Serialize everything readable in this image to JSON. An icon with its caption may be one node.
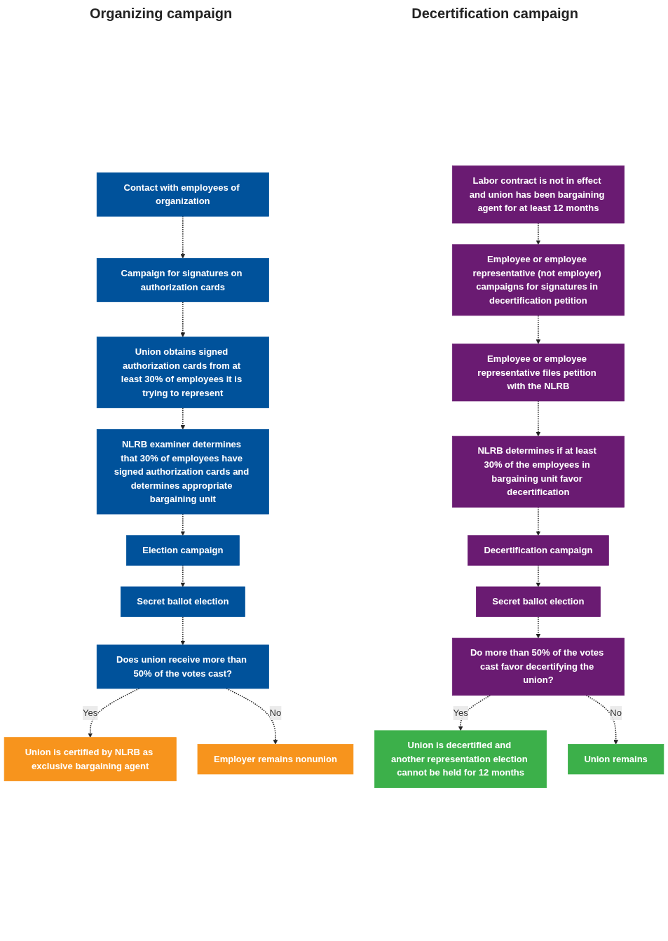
{
  "diagram": {
    "nodes": [
      {
        "text": [
          "Contact with employees of organization"
        ]
      },
      {
        "text": [
          "Campaign for signatures on authorization cards"
        ]
      },
      {
        "text": [
          "Union obtains signed authorization cards from at least 30% of employees it is trying to represent"
        ]
      },
      {
        "text": [
          "NLRB examiner determines that 30% of employees have signed authorization cards and determines appropriate bargaining unit"
        ]
      },
      {
        "text": [
          "Election campaign"
        ]
      },
      {
        "text": [
          "Secret ballot election"
        ]
      },
      {
        "text": [
          "Does union receive more than 50% of the votes cast?"
        ]
      },
      {
        "text": [
          "Union is certified by NLRB as exclusive bargaining agent"
        ]
      },
      {
        "text": [
          "Employer remains nonunion"
        ]
      },
      {
        "text": [
          "Labor contract is not in effect and union has been bargaining agent for at least 12 months"
        ]
      },
      {
        "text": [
          "Employee or employee representative (not employer) campaigns for signatures in decertification petition"
        ]
      },
      {
        "text": [
          "Employee or employee representative files petition with the NLRB"
        ]
      },
      {
        "text": [
          "NLRB determines if at least 30% of the employees in bargaining unit favor decertification"
        ]
      },
      {
        "text": [
          "Decertification campaign"
        ]
      },
      {
        "text": [
          "Secret ballot election"
        ]
      },
      {
        "text": [
          "Do more than 50% of the votes cast favor decertifying the union?"
        ]
      },
      {
        "text": [
          "Union is decertified and another representation election cannot be held for 12 months"
        ]
      },
      {
        "text": [
          "Union remains"
        ]
      }
    ],
    "edges": [
      {
        "from": 0,
        "to": 1,
        "arrow": "to",
        "style": "dashed"
      },
      {
        "from": 1,
        "to": 2,
        "arrow": "to",
        "style": "dashed"
      },
      {
        "from": 2,
        "to": 3,
        "arrow": "to",
        "style": "dashed"
      },
      {
        "from": 3,
        "to": 4,
        "arrow": "to",
        "style": "dashed"
      },
      {
        "from": 4,
        "to": 5,
        "arrow": "to",
        "style": "dashed"
      },
      {
        "from": 5,
        "to": 6,
        "arrow": "to",
        "style": "dashed"
      },
      {
        "from": 6,
        "to": 7,
        "arrow": "to",
        "style": "dashed",
        "label": "Yes"
      },
      {
        "from": 6,
        "to": 8,
        "arrow": "to",
        "style": "dashed",
        "label": "No"
      },
      {
        "from": 9,
        "to": 10,
        "arrow": "to",
        "style": "dashed"
      },
      {
        "from": 10,
        "to": 11,
        "arrow": "to",
        "style": "dashed"
      },
      {
        "from": 11,
        "to": 12,
        "arrow": "to",
        "style": "dashed"
      },
      {
        "from": 12,
        "to": 13,
        "arrow": "to",
        "style": "dashed"
      },
      {
        "from": 13,
        "to": 14,
        "arrow": "to",
        "style": "dashed"
      },
      {
        "from": 14,
        "to": 15,
        "arrow": "to",
        "style": "dashed"
      },
      {
        "from": 15,
        "to": 16,
        "arrow": "to",
        "style": "dashed",
        "label": "Yes"
      },
      {
        "from": 15,
        "to": 17,
        "arrow": "to",
        "style": "dashed",
        "label": "No"
      }
    ],
    "labels": [
      "Organizing campaign",
      "Decertification campaign"
    ]
  }
}
